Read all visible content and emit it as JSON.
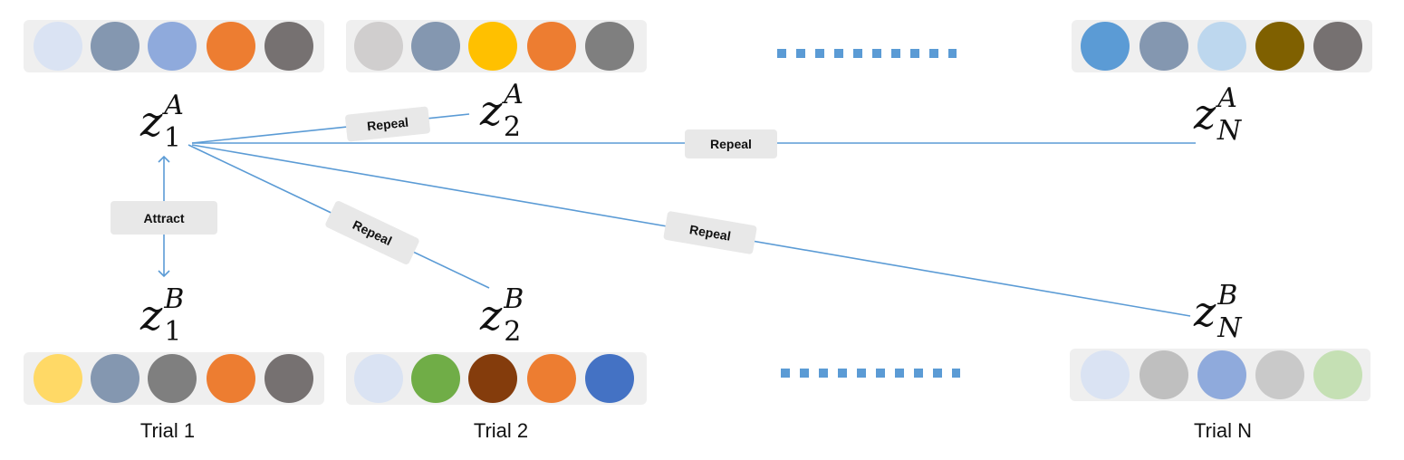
{
  "trays": {
    "top_trial1": [
      "#dae3f3",
      "#8497b0",
      "#8faadc",
      "#ed7d31",
      "#767171"
    ],
    "top_trial2": [
      "#d0cece",
      "#8497b0",
      "#ffc000",
      "#ed7d31",
      "#7f7f7f"
    ],
    "top_trialN": [
      "#5b9bd5",
      "#8497b0",
      "#bdd7ee",
      "#7f6000",
      "#767171"
    ],
    "bottom_trial1": [
      "#ffd966",
      "#8497b0",
      "#7f7f7f",
      "#ed7d31",
      "#767171"
    ],
    "bottom_trial2": [
      "#dae3f3",
      "#70ad47",
      "#843c0c",
      "#ed7d31",
      "#4472c4"
    ],
    "bottom_trialN": [
      "#dae3f3",
      "#bfbfbf",
      "#8faadc",
      "#c9c9c9",
      "#c5e0b4"
    ]
  },
  "nodes": {
    "z1A": {
      "base": "z",
      "sub": "1",
      "sup": "A"
    },
    "z2A": {
      "base": "z",
      "sub": "2",
      "sup": "A"
    },
    "zNA": {
      "base": "z",
      "sub": "N",
      "sup": "A"
    },
    "z1B": {
      "base": "z",
      "sub": "1",
      "sup": "B"
    },
    "z2B": {
      "base": "z",
      "sub": "2",
      "sup": "B"
    },
    "zNB": {
      "base": "z",
      "sub": "N",
      "sup": "B"
    }
  },
  "edge_labels": {
    "attract": "Attract",
    "repeal_z2A": "Repeal",
    "repeal_zNA": "Repeal",
    "repeal_z2B": "Repeal",
    "repeal_zNB": "Repeal"
  },
  "trials": [
    "Trial 1",
    "Trial 2",
    "Trial N"
  ],
  "colors": {
    "edge": "#5b9bd5",
    "tray": "#efefef",
    "pill": "#e8e8e8"
  }
}
